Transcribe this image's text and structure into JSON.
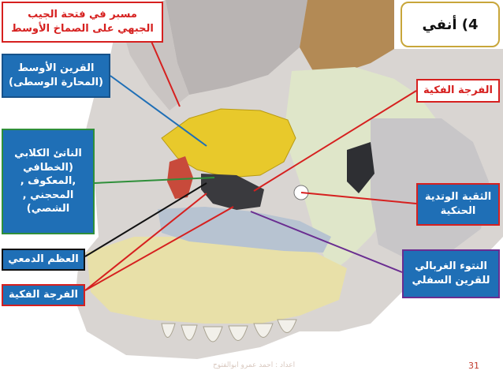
{
  "slide": {
    "title": "4) أنفي",
    "page_number": "31",
    "watermark": "اعداد : احمد عمرو ابوالفتوح"
  },
  "labels": {
    "sinus_drain": [
      "مسبر في فتحة الجيب",
      "الجبهي على الصماخ الأوسط"
    ],
    "middle_concha": [
      "القرين الأوسط",
      "(المحارة الوسطى)"
    ],
    "hamular_process": [
      "الناتئ الكلابي",
      "(الخطافي",
      ",المعكوف ,",
      "المحجني ,",
      "الشصي)"
    ],
    "lacrimal_bone": "العظم الدمعي",
    "maxillary_hiatus_left": "الفرجة الفكية",
    "maxillary_hiatus_right": "الفرجة الفكية",
    "sphenopalatine_foramen": [
      "الثقبة الوتدية",
      "الحنكية"
    ],
    "ethmoidal_process": [
      "النتوء الغربالي",
      "للقرين السفلي"
    ]
  }
}
